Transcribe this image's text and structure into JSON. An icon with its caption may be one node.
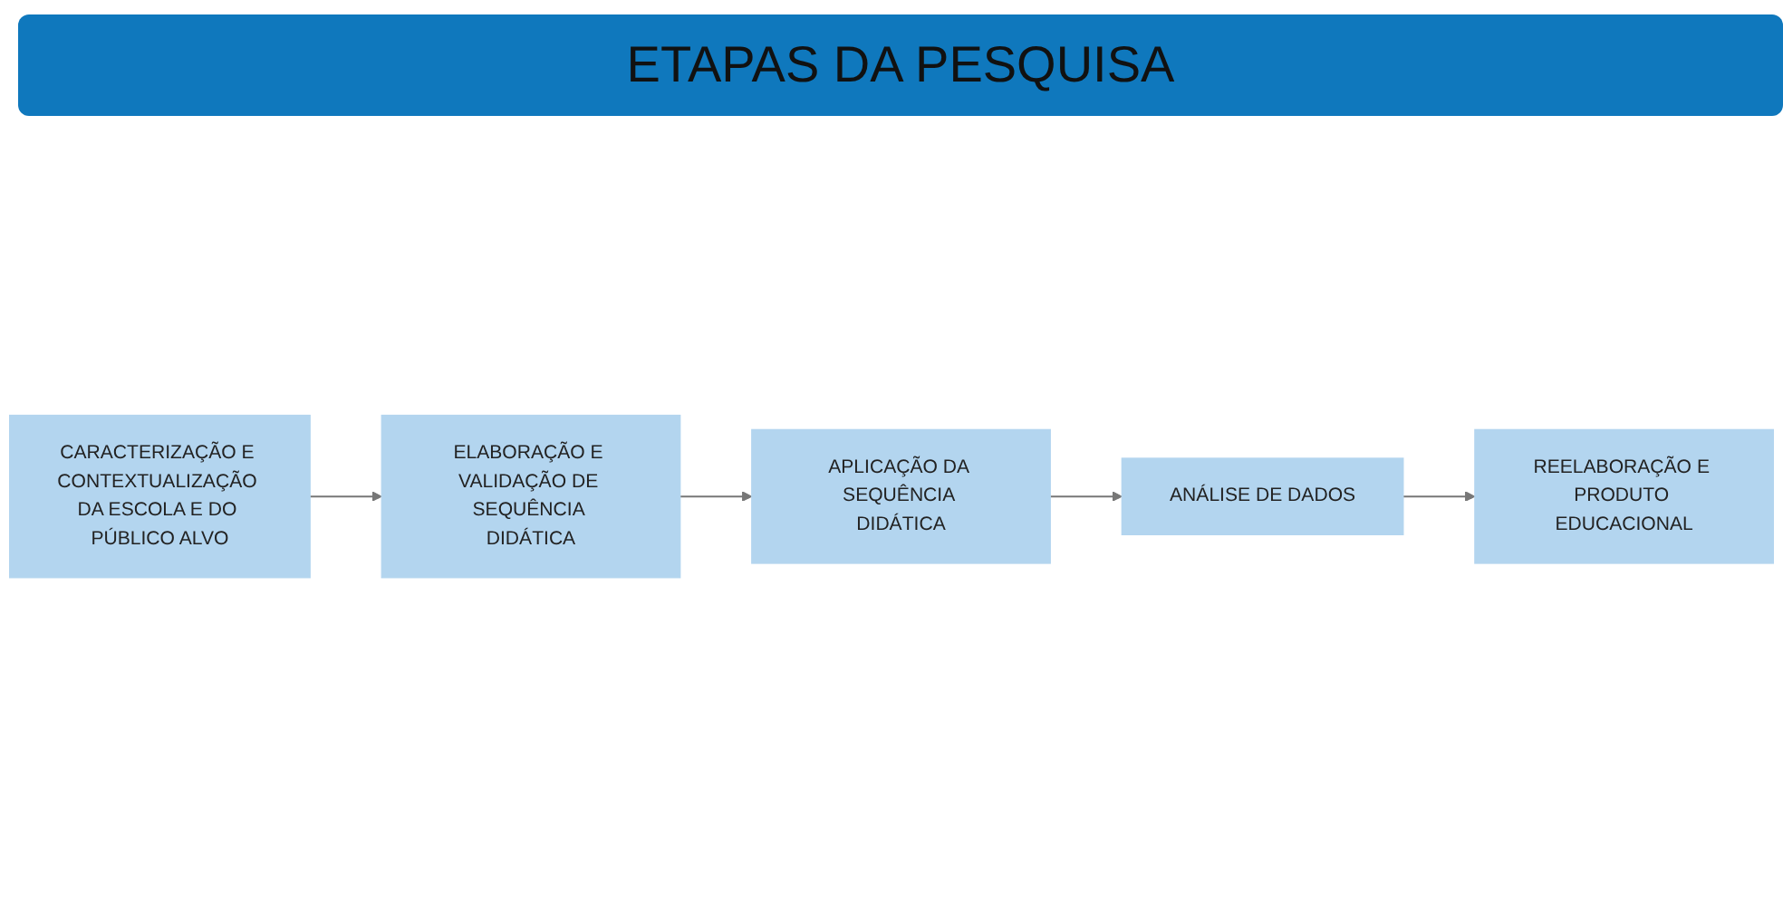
{
  "diagram": {
    "title": "ETAPAS DA PESQUISA",
    "nodes": [
      {
        "text": [
          "CARACTERIZAÇÃO E CONTEXTUALIZAÇÃO DA ESCOLA E DO PÚBLICO ALVO"
        ]
      },
      {
        "text": [
          "ELABORAÇÃO E VALIDAÇÃO DE SEQUÊNCIA DIDÁTICA"
        ]
      },
      {
        "text": [
          "APLICAÇÃO DA SEQUÊNCIA DIDÁTICA"
        ]
      },
      {
        "text": [
          "ANÁLISE DE DADOS"
        ]
      },
      {
        "text": [
          "REELABORAÇÃO E PRODUTO EDUCACIONAL"
        ]
      }
    ],
    "edges": [
      {
        "from": 0,
        "to": 1,
        "arrow": "to"
      },
      {
        "from": 1,
        "to": 2,
        "arrow": "to"
      },
      {
        "from": 2,
        "to": 3,
        "arrow": "to"
      },
      {
        "from": 3,
        "to": 4,
        "arrow": "to"
      }
    ]
  }
}
